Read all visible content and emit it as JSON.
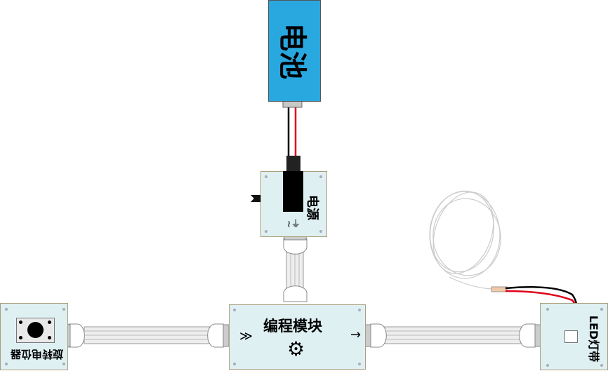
{
  "battery": {
    "label": "电池",
    "color": "#29a8e0"
  },
  "power_module": {
    "label": "电源"
  },
  "main_module": {
    "label": "编程模块",
    "in_arrow": "≫",
    "out_arrow": "→",
    "icon": "gear-icon"
  },
  "potentiometer_module": {
    "label": "旋转电位器"
  },
  "led_module": {
    "label": "LED灯带"
  },
  "colors": {
    "board": "#dff0f3",
    "border": "#a89f7a",
    "wire_red": "#e0001a",
    "wire_black": "#000000"
  }
}
